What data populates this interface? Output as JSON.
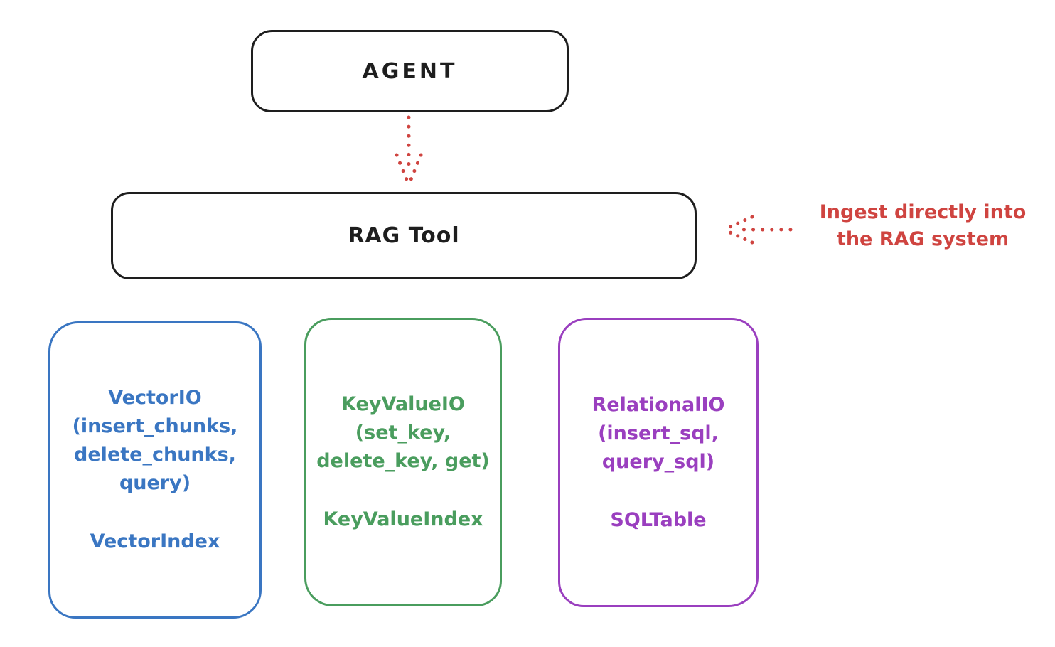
{
  "diagram": {
    "agent_node": {
      "label": "AGENT"
    },
    "rag_node": {
      "label": "RAG Tool"
    },
    "annotation": {
      "line1": "Ingest directly into",
      "line2": "the RAG system"
    },
    "io_nodes": [
      {
        "name": "vector-io",
        "lines": [
          "VectorIO",
          "(insert_chunks,",
          "delete_chunks,",
          "query)"
        ],
        "footer": "VectorIndex",
        "color": "#3a76c2"
      },
      {
        "name": "keyvalue-io",
        "lines": [
          "KeyValueIO",
          "(set_key,",
          "delete_key, get)"
        ],
        "footer": "KeyValueIndex",
        "color": "#4a9d5e"
      },
      {
        "name": "relational-io",
        "lines": [
          "RelationalIO",
          "(insert_sql,",
          "query_sql)"
        ],
        "footer": "SQLTable",
        "color": "#9a3fbf"
      }
    ],
    "colors": {
      "node_stroke": "#1e1e1e",
      "arrow_red": "#cf4440",
      "background": "#ffffff"
    }
  }
}
